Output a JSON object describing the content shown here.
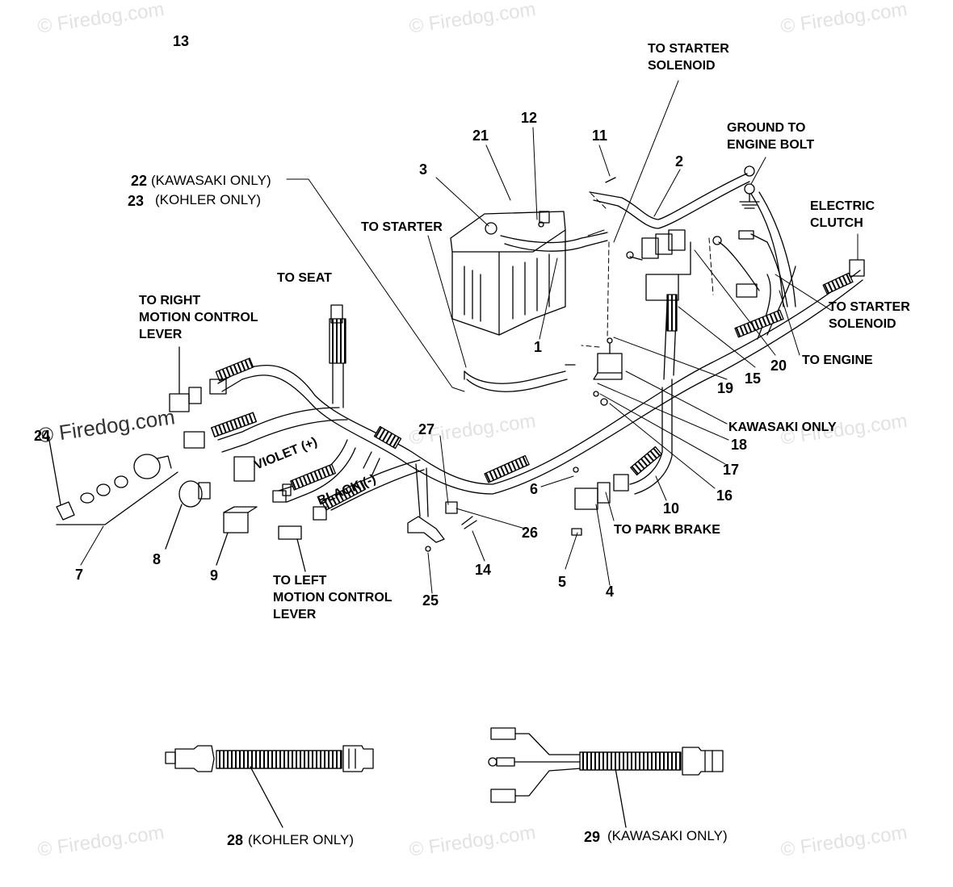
{
  "watermark": "© Firedog.com",
  "labels": {
    "to_starter_solenoid_top": [
      "TO STARTER",
      "SOLENOID"
    ],
    "ground_to_engine_bolt": [
      "GROUND TO",
      "ENGINE BOLT"
    ],
    "electric_clutch": [
      "ELECTRIC",
      "CLUTCH"
    ],
    "to_starter": "TO STARTER",
    "to_seat": "TO SEAT",
    "to_right_motion_control_lever": [
      "TO RIGHT",
      "MOTION CONTROL",
      "LEVER"
    ],
    "to_starter_solenoid_right": [
      "TO STARTER",
      "SOLENOID"
    ],
    "to_engine": "TO ENGINE",
    "kawasaki_only": "KAWASAKI ONLY",
    "violet": "VIOLET (+)",
    "black": "BLACK (-)",
    "to_park_brake": "TO PARK BRAKE",
    "to_left_motion_control_lever": [
      "TO LEFT",
      "MOTION CONTROL",
      "LEVER"
    ]
  },
  "notes": {
    "n22": "(KAWASAKI ONLY)",
    "n23": "(KOHLER ONLY)",
    "n28": "(KOHLER ONLY)",
    "n29": "(KAWASAKI ONLY)"
  },
  "callouts": {
    "c13": "13",
    "c12": "12",
    "c21": "21",
    "c11": "11",
    "c3": "3",
    "c2": "2",
    "c22": "22",
    "c23": "23",
    "c1": "1",
    "c19": "19",
    "c15": "15",
    "c20": "20",
    "c24": "24",
    "c27": "27",
    "c18": "18",
    "c17": "17",
    "c16": "16",
    "c6": "6",
    "c10": "10",
    "c26": "26",
    "c7": "7",
    "c8": "8",
    "c9": "9",
    "c14": "14",
    "c5": "5",
    "c4": "4",
    "c25": "25",
    "c28": "28",
    "c29": "29"
  }
}
